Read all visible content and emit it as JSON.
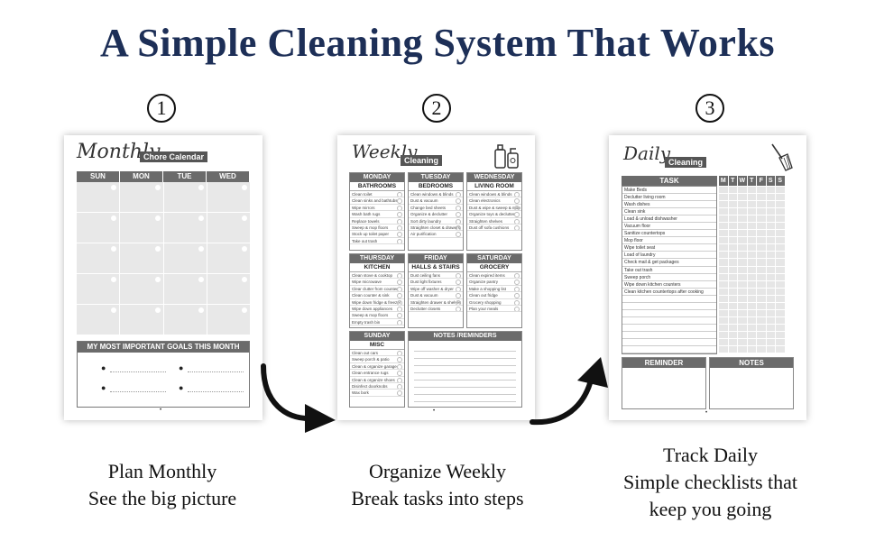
{
  "headline": "A Simple Cleaning System That Works",
  "steps": [
    {
      "number": "1",
      "caption_line1": "Plan Monthly",
      "caption_line2": "See the big picture"
    },
    {
      "number": "2",
      "caption_line1": "Organize Weekly",
      "caption_line2": "Break tasks into steps"
    },
    {
      "number": "3",
      "caption_line1": "Track Daily",
      "caption_line2": "Simple checklists that",
      "caption_line3": "keep you going"
    }
  ],
  "monthly": {
    "script_title": "Monthly",
    "tag": "Chore Calendar",
    "days": [
      "SUN",
      "MON",
      "TUE",
      "WED"
    ],
    "goals_title": "MY MOST IMPORTANT GOALS THIS MONTH",
    "page_mark": "•"
  },
  "weekly": {
    "script_title": "Weekly",
    "tag": "Cleaning",
    "sections": [
      {
        "day": "MONDAY",
        "room": "BATHROOMS",
        "tasks": [
          "Clean toilet",
          "Clean sinks and bathtubs",
          "Wipe mirrors",
          "Wash bath rugs",
          "Replace towels",
          "Sweep & mop floors",
          "Stock up toilet paper",
          "Take out trash"
        ]
      },
      {
        "day": "TUESDAY",
        "room": "BEDROOMS",
        "tasks": [
          "Clean windows & blinds",
          "Dust & vacuum",
          "Change bed sheets",
          "Organize & declutter",
          "Sort dirty laundry",
          "Straighten closet & drawers",
          "Air purification"
        ]
      },
      {
        "day": "WEDNESDAY",
        "room": "LIVING ROOM",
        "tasks": [
          "Clean windows & blinds",
          "Clean electronics",
          "Dust & wipe & sweep & mop",
          "Organize toys & declutter",
          "Straighten shelves",
          "Dust off sofa cushions"
        ]
      },
      {
        "day": "THURSDAY",
        "room": "KITCHEN",
        "tasks": [
          "Clean stove & cooktop",
          "Wipe microwave",
          "Clear clutter from counter",
          "Clean counter & sink",
          "Wipe down fridge & freezer",
          "Wipe down appliances",
          "Sweep & mop floors",
          "Empty trash bin"
        ]
      },
      {
        "day": "FRIDAY",
        "room": "HALLS & STAIRS",
        "tasks": [
          "Dust ceiling fans",
          "Dust light fixtures",
          "Wipe off washer & dryer",
          "Dust & vacuum",
          "Straighten drawer & shelves",
          "Declutter closets"
        ]
      },
      {
        "day": "SATURDAY",
        "room": "GROCERY",
        "tasks": [
          "Clean expired items",
          "Organize pantry",
          "Make a shopping list",
          "Clean out fridge",
          "Grocery shopping",
          "Plan your meals"
        ]
      },
      {
        "day": "SUNDAY",
        "room": "MISC",
        "tasks": [
          "Clean out cars",
          "Sweep porch & patio",
          "Clean & organize garage",
          "Clean entrance rugs",
          "Clean & organize shoes",
          "Disinfect doorknobs",
          "Wax bork"
        ]
      }
    ],
    "notes_title": "NOTES /REMINDERS",
    "page_mark": "•"
  },
  "daily": {
    "script_title": "Daily",
    "tag": "Cleaning",
    "task_header": "TASK",
    "days": [
      "M",
      "T",
      "W",
      "T",
      "F",
      "S",
      "S"
    ],
    "tasks": [
      "Make Beds",
      "Declutter living room",
      "Wash dishes",
      "Clean sink",
      "Load & unload dishwasher",
      "Vacuum floor",
      "Sanitize countertops",
      "Mop floor",
      "Wipe toilet seat",
      "Load of laundry",
      "Check mail & get packages",
      "Take out trash",
      "Sweep porch",
      "Wipe down kitchen counters",
      "Clean kitchen countertops after cooking",
      "",
      "",
      "",
      "",
      "",
      "",
      "",
      ""
    ],
    "reminder_title": "REMINDER",
    "notes_title": "NOTES",
    "page_mark": "•"
  }
}
